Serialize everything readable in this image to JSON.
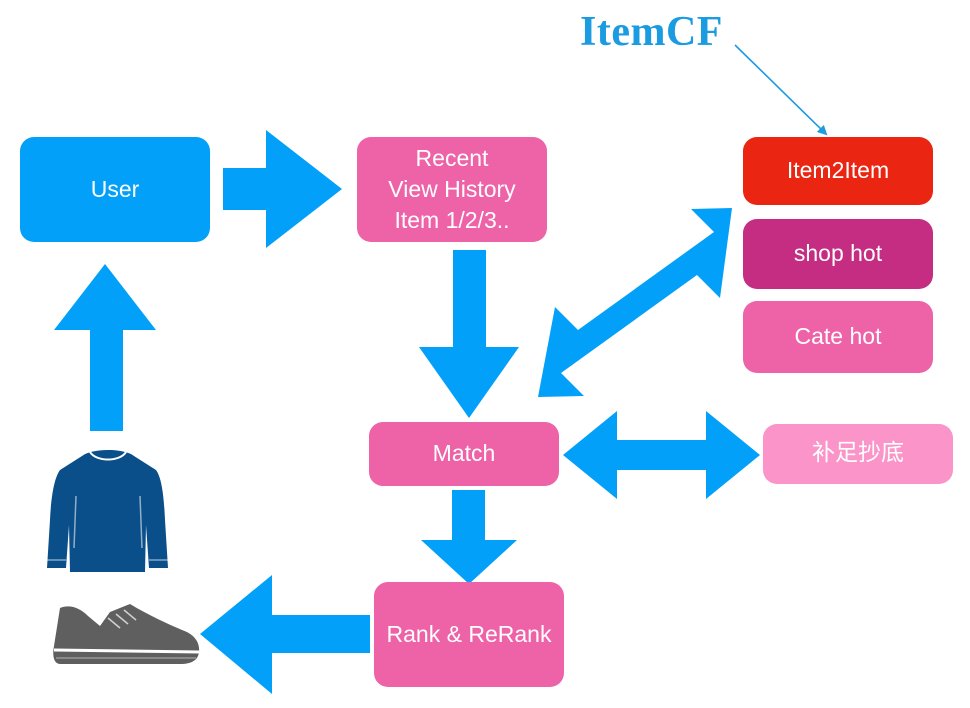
{
  "title": "ItemCF",
  "nodes": {
    "user": "User",
    "recent": "Recent\nView History\nItem 1/2/3..",
    "item2item": "Item2Item",
    "shop_hot": "shop hot",
    "cate_hot": "Cate hot",
    "match": "Match",
    "fallback": "补足抄底",
    "rank": "Rank & ReRank"
  },
  "colors": {
    "arrow": "#03a0fa",
    "user": "#03a0fa",
    "recent": "#ee62a8",
    "item2item": "#ea2511",
    "shop_hot": "#c42d82",
    "cate_hot": "#ee62a8",
    "match": "#ee62a8",
    "fallback": "#fb94c8",
    "rank": "#ee62a8",
    "sweater": "#0a4f8a",
    "shoe": "#5f5f5f"
  },
  "icons": [
    "sweater-icon",
    "sneaker-icon"
  ]
}
